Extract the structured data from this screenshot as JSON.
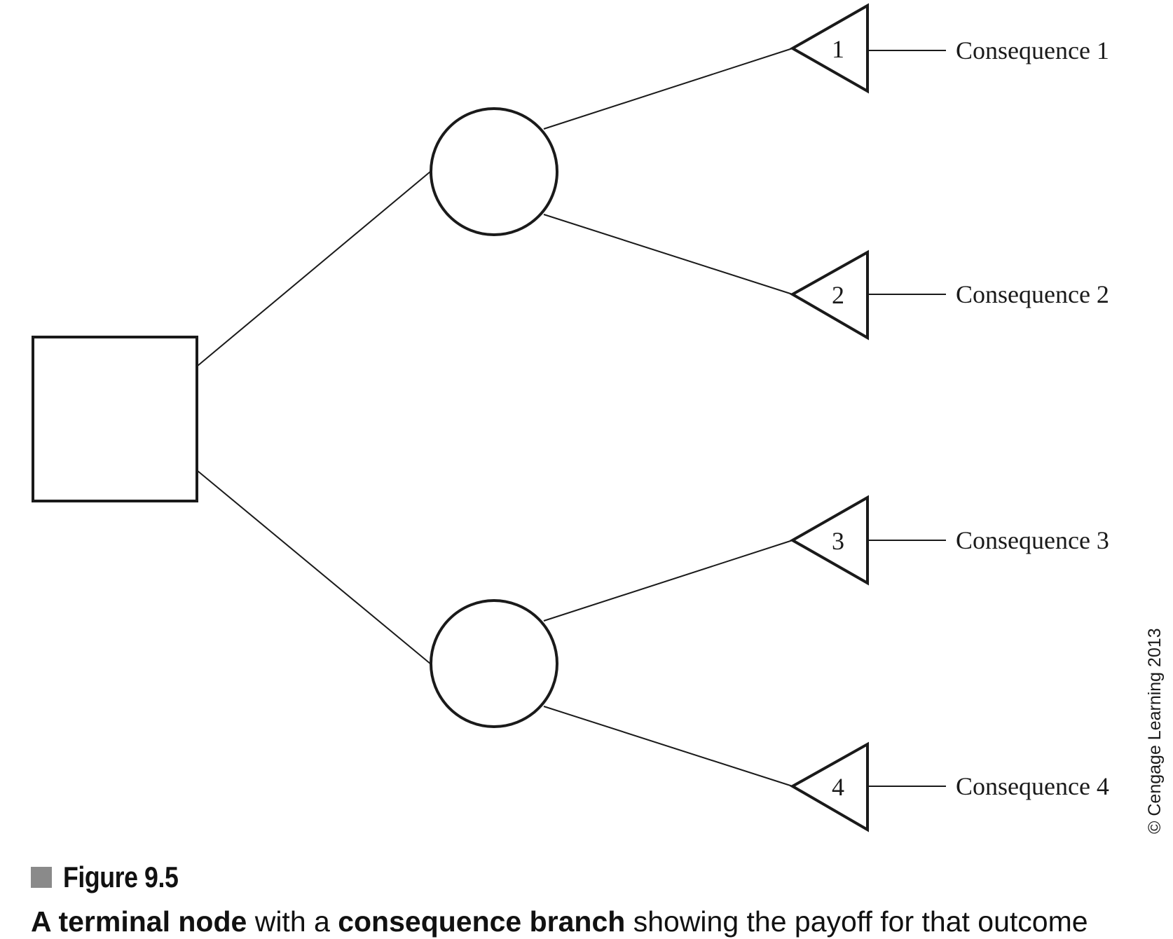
{
  "diagram": {
    "decision_node": {
      "type": "decision",
      "shape": "square"
    },
    "chance_nodes": [
      {
        "id": "chance-upper",
        "shape": "circle"
      },
      {
        "id": "chance-lower",
        "shape": "circle"
      }
    ],
    "terminal_nodes": [
      {
        "number": "1",
        "consequence": "Consequence 1"
      },
      {
        "number": "2",
        "consequence": "Consequence 2"
      },
      {
        "number": "3",
        "consequence": "Consequence 3"
      },
      {
        "number": "4",
        "consequence": "Consequence 4"
      }
    ]
  },
  "copyright": "© Cengage Learning 2013",
  "figure": {
    "label": "Figure 9.5",
    "caption": {
      "bold_1": "A terminal node",
      "text_1": " with a ",
      "bold_2": "consequence branch",
      "text_2": " showing the payoff for that outcome"
    }
  },
  "colors": {
    "line": "#1a1a1a",
    "figure_marker": "#8a8a8a"
  }
}
